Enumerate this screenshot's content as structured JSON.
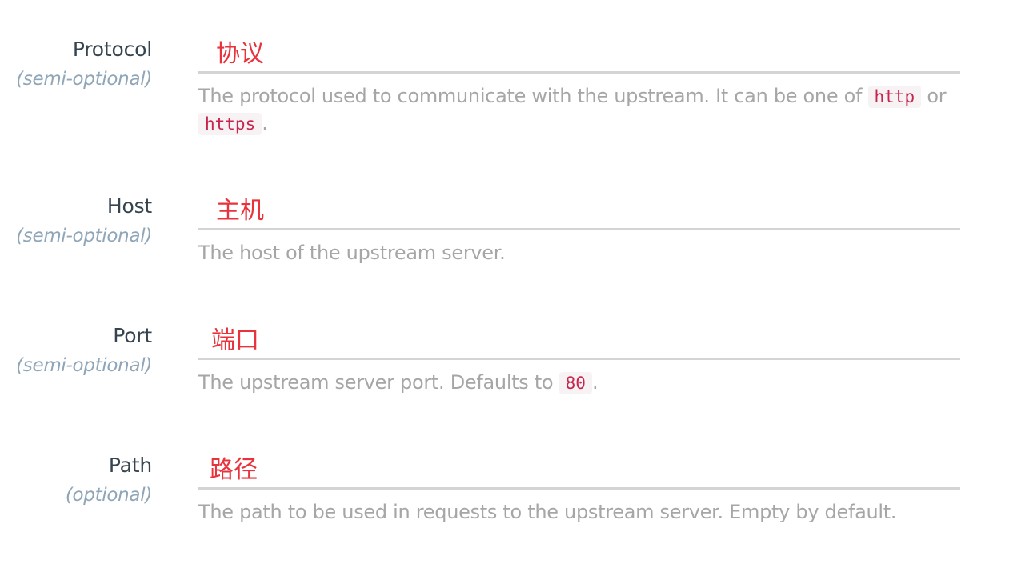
{
  "fields": {
    "protocol": {
      "label": "Protocol",
      "requirement": "(semi-optional)",
      "value": "协议",
      "desc_before": "The protocol used to communicate with the upstream. It can be one of ",
      "code_1": "http",
      "desc_mid": " or ",
      "code_2": "https",
      "desc_after": "."
    },
    "host": {
      "label": "Host",
      "requirement": "(semi-optional)",
      "value": "主机",
      "desc": "The host of the upstream server."
    },
    "port": {
      "label": "Port",
      "requirement": "(semi-optional)",
      "value": "端口",
      "desc_before": "The upstream server port. Defaults to ",
      "code": "80",
      "desc_after": "."
    },
    "path": {
      "label": "Path",
      "requirement": "(optional)",
      "value": "路径",
      "desc": "The path to be used in requests to the upstream server. Empty by default."
    }
  },
  "colors": {
    "label": "#35444f",
    "requirement": "#8fa6b8",
    "input_text": "#e8323c",
    "underline": "#d4d4d4",
    "description": "#a6a6a6",
    "code_text": "#c7254e",
    "code_bg": "#f7f2f3"
  }
}
